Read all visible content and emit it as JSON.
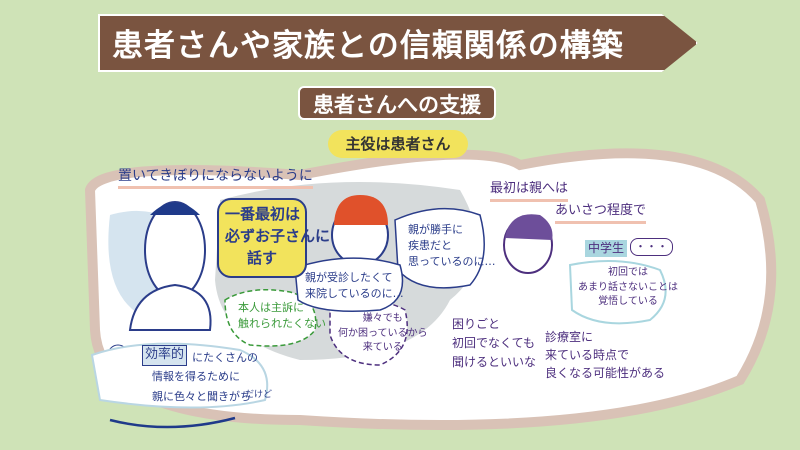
{
  "title": "患者さんや家族との信頼関係の構築",
  "subtitle": "患者さんへの支援",
  "badge": "主役は患者さん",
  "left": {
    "heading": "置いてきぼりにならないように",
    "doctor_bubble": "一番最初は\n必ずお子さんに\n話す",
    "parent_bubble": "親が受診したくて\n来院しているのに…",
    "parent_bubble2": "親が勝手に\n疾患だと\n思っているのに…",
    "green_bubble": "本人は主訴に\n触れられたくない",
    "purple_bubble": "嫌々でも\n何か困っているから\n来ている",
    "efficiency_highlight": "効率的",
    "efficiency_text": "にたくさんの\n情報を得るために\n親に色々と聞きがち",
    "efficiency_tail": "だけど"
  },
  "right": {
    "heading_line1": "最初は親へは",
    "heading_line2": "あいさつ程度で",
    "student_label": "中学生",
    "ellipsis": "・・・",
    "student_bubble": "初回では\nあまり話さないことは\n覚悟している",
    "note1": "困りごと\n初回でなくても\n聞けるといいな",
    "note2": "診療室に\n来ている時点で\n良くなる可能性がある"
  },
  "colors": {
    "wood": "#7a5440",
    "yellow": "#f2e35c",
    "background": "#cfe3b7",
    "navy": "#2b3d8a",
    "purple": "#4d2f7e",
    "hair_orange": "#e0512b"
  }
}
